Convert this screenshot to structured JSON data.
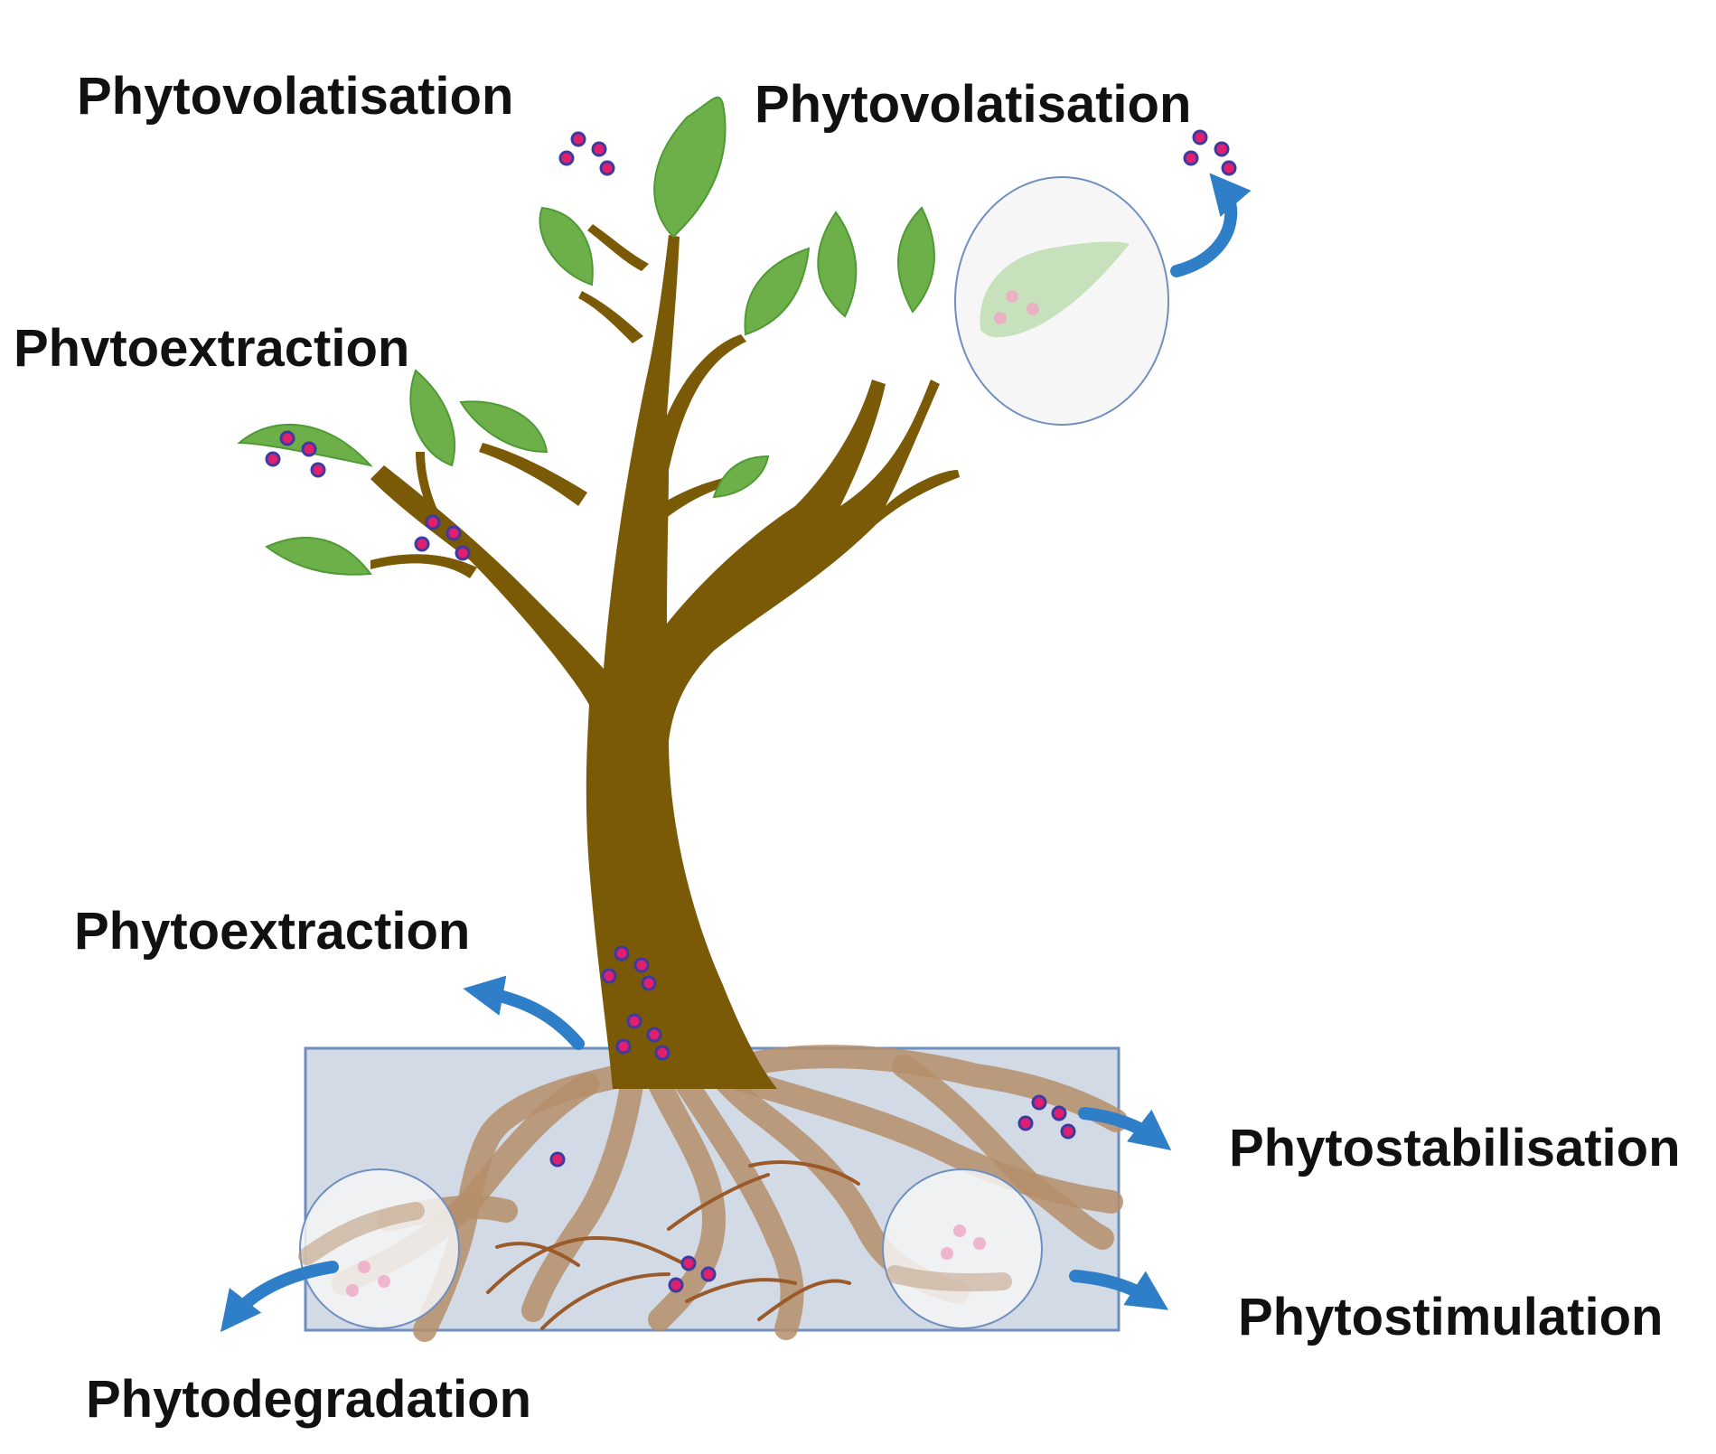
{
  "labels": {
    "volatilisation_left": "Phytovolatisation",
    "volatilisation_right": "Phytovolatisation",
    "extraction_leaf": "Phvtoextraction",
    "extraction_root": "Phytoextraction",
    "stabilisation": "Phytostabilisation",
    "stimulation": "Phytostimulation",
    "degradation": "Phytodegradation"
  },
  "colors": {
    "trunk": "#7a5a07",
    "leaf": "#6db04a",
    "leaf_dark": "#4f9a35",
    "root": "#b58e6a",
    "root_fine": "#9b5a2a",
    "soil_box": "#d2dae6",
    "soil_border": "#6f8fbf",
    "arrow": "#2f7fc8",
    "particle_fill": "#e0206e",
    "particle_edge": "#3d3aa0",
    "zoom_circle": "#f5f5f5",
    "zoom_edge": "#6f8fbf"
  },
  "icons": {
    "particles": "contaminant-particle-icon",
    "arrows": "curved-arrow-icon",
    "zoom": "magnifier-circle-icon"
  }
}
